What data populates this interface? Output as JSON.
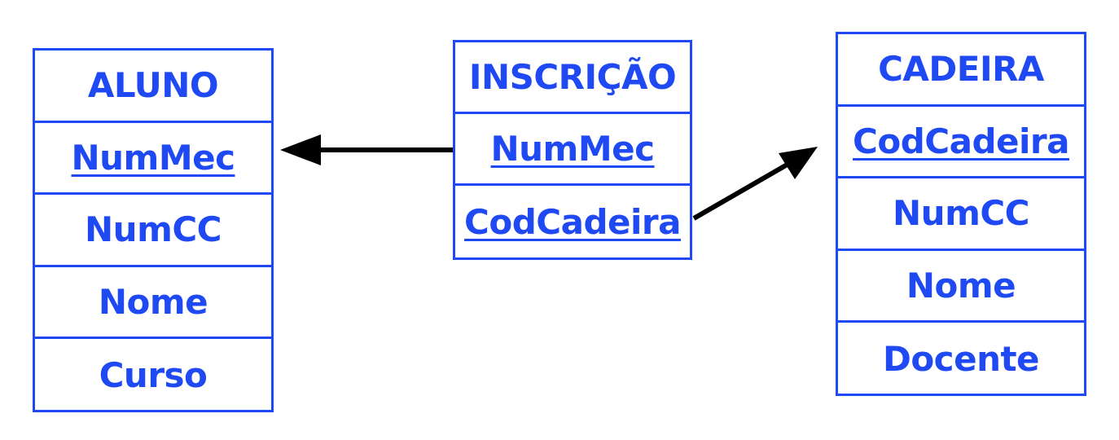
{
  "colors": {
    "entity_blue": "#1f49f3",
    "arrow": "#000000"
  },
  "tables": {
    "aluno": {
      "title": "ALUNO",
      "fields": [
        "NumMec",
        "NumCC",
        "Nome",
        "Curso"
      ],
      "primary_key": [
        "NumMec"
      ]
    },
    "inscricao": {
      "title": "INSCRIÇÃO",
      "fields": [
        "NumMec",
        "CodCadeira"
      ],
      "primary_key": [
        "NumMec",
        "CodCadeira"
      ]
    },
    "cadeira": {
      "title": "CADEIRA",
      "fields": [
        "CodCadeira",
        "NumCC",
        "Nome",
        "Docente"
      ],
      "primary_key": [
        "CodCadeira"
      ]
    }
  },
  "relationships": [
    {
      "from": "INSCRIÇÃO.NumMec",
      "to": "ALUNO.NumMec"
    },
    {
      "from": "INSCRIÇÃO.CodCadeira",
      "to": "CADEIRA.CodCadeira"
    }
  ]
}
